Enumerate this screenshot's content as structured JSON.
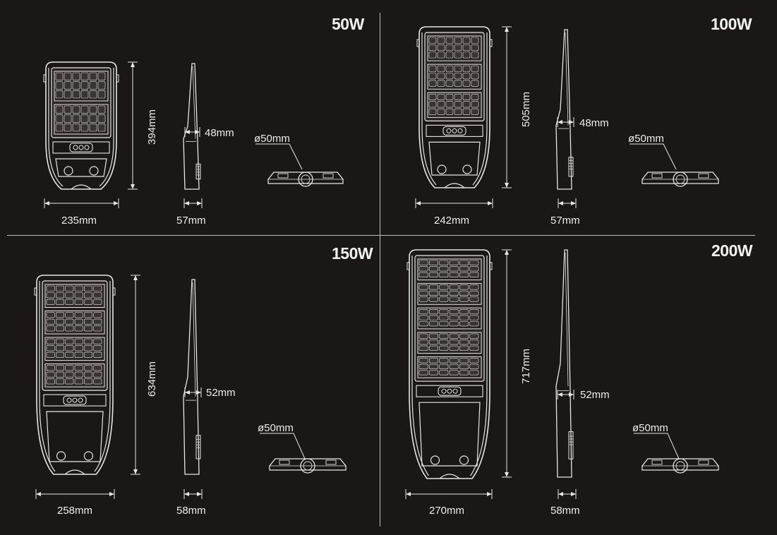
{
  "panels": [
    {
      "id": "50w",
      "wattage": "50W",
      "width": "235mm",
      "height": "394mm",
      "arm_width": "48mm",
      "depth": "57mm",
      "pole_diameter": "ø50mm",
      "cell_rows": 2
    },
    {
      "id": "100w",
      "wattage": "100W",
      "width": "242mm",
      "height": "505mm",
      "arm_width": "48mm",
      "depth": "57mm",
      "pole_diameter": "ø50mm",
      "cell_rows": 3
    },
    {
      "id": "150w",
      "wattage": "150W",
      "width": "258mm",
      "height": "634mm",
      "arm_width": "52mm",
      "depth": "58mm",
      "pole_diameter": "ø50mm",
      "cell_rows": 4
    },
    {
      "id": "200w",
      "wattage": "200W",
      "width": "270mm",
      "height": "717mm",
      "arm_width": "52mm",
      "depth": "58mm",
      "pole_diameter": "ø50mm",
      "cell_rows": 5
    }
  ],
  "colors": {
    "background": "#1b1717",
    "line": "#e6e6e6",
    "panel_fill": "#2a2424",
    "cell": "#3a3333",
    "text": "#ececec"
  }
}
